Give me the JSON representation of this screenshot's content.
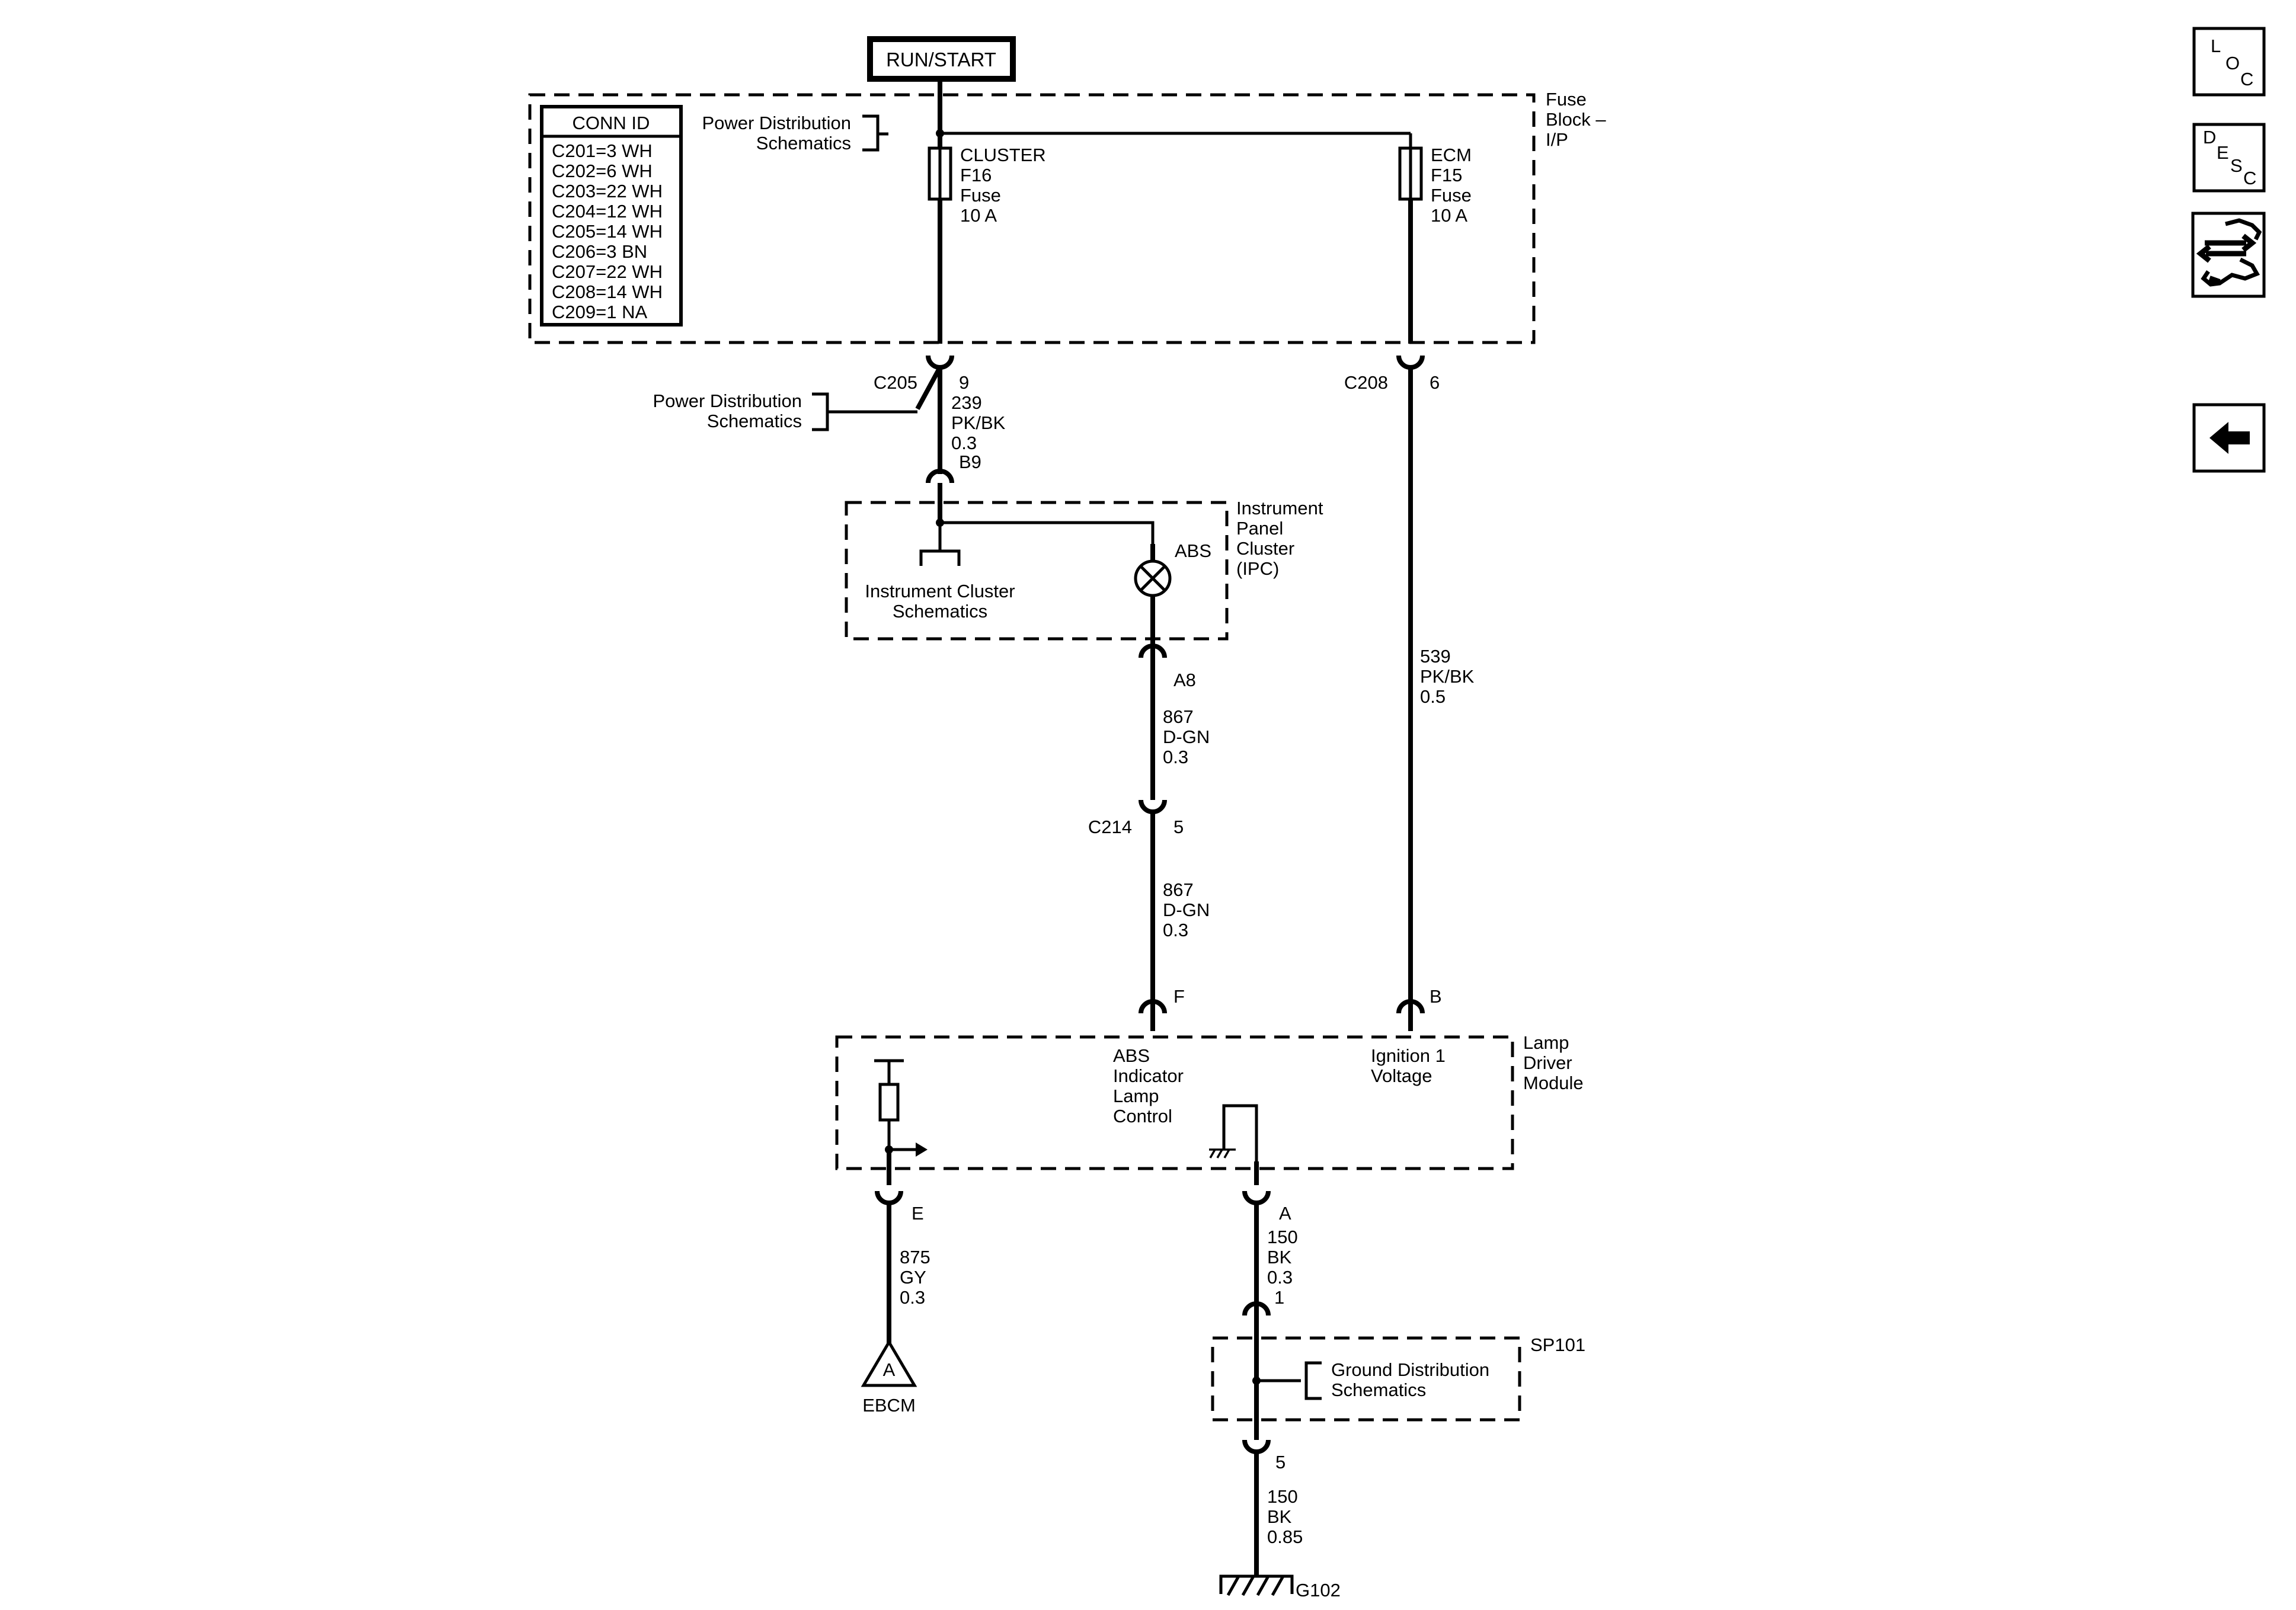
{
  "header": {
    "ignition_label": "RUN/START"
  },
  "conn_table": {
    "title": "CONN ID",
    "rows": [
      "C201=3 WH",
      "C202=6 WH",
      "C203=22 WH",
      "C204=12 WH",
      "C205=14 WH",
      "C206=3 BN",
      "C207=22 WH",
      "C208=14 WH",
      "C209=1 NA"
    ]
  },
  "fuse_block": {
    "name": [
      "Fuse",
      "Block –",
      "I/P"
    ],
    "power_ref": [
      "Power Distribution",
      "Schematics"
    ],
    "fuse_cluster": [
      "CLUSTER",
      "F16",
      "Fuse",
      "10 A"
    ],
    "fuse_ecm": [
      "ECM",
      "F15",
      "Fuse",
      "10 A"
    ]
  },
  "connectors": {
    "c205": {
      "name": "C205",
      "pin": "9"
    },
    "c208": {
      "name": "C208",
      "pin": "6"
    },
    "c214": {
      "name": "C214",
      "pin": "5"
    },
    "b9": "B9",
    "a8": "A8",
    "f": "F",
    "b": "B",
    "e": "E",
    "a": "A",
    "sp_in": "1",
    "sp_out": "5"
  },
  "power_ref_2": [
    "Power Distribution",
    "Schematics"
  ],
  "wires": {
    "w239": [
      "239",
      "PK/BK",
      "0.3"
    ],
    "w539": [
      "539",
      "PK/BK",
      "0.5"
    ],
    "w867a": [
      "867",
      "D-GN",
      "0.3"
    ],
    "w867b": [
      "867",
      "D-GN",
      "0.3"
    ],
    "w875": [
      "875",
      "GY",
      "0.3"
    ],
    "w150a": [
      "150",
      "BK",
      "0.3"
    ],
    "w150b": [
      "150",
      "BK",
      "0.85"
    ]
  },
  "ipc": {
    "name": [
      "Instrument",
      "Panel",
      "Cluster",
      "(IPC)"
    ],
    "lamp_label": "ABS",
    "cluster_ref": [
      "Instrument Cluster",
      "Schematics"
    ]
  },
  "ldm": {
    "name": [
      "Lamp",
      "Driver",
      "Module"
    ],
    "abs_ctrl": [
      "ABS",
      "Indicator",
      "Lamp",
      "Control"
    ],
    "ign_voltage": [
      "Ignition 1",
      "Voltage"
    ]
  },
  "ebcm": {
    "marker": "A",
    "label": "EBCM"
  },
  "splice": {
    "name": "SP101",
    "ground_ref": [
      "Ground Distribution",
      "Schematics"
    ]
  },
  "ground": {
    "label": "G102"
  },
  "nav": {
    "loc": [
      "L",
      "O",
      "C"
    ],
    "desc": [
      "D",
      "E",
      "S",
      "C"
    ]
  }
}
